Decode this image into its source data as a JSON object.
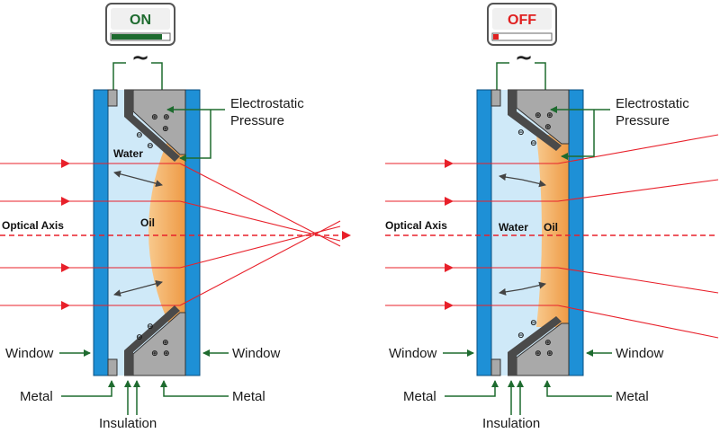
{
  "colors": {
    "window_blue": "#1e90d6",
    "water": "#cfe9f8",
    "oil": "#f2a55a",
    "metal": "#a9a9a9",
    "insulation": "#5a5a5a",
    "ray": "#e8202a",
    "label_arrow": "#1e6b2f",
    "on_green": "#1e6b2f",
    "off_red": "#e02020"
  },
  "panels": [
    {
      "id": "on",
      "switch_label": "ON",
      "tilde": "~",
      "electrostatic_pressure": [
        "Electrostatic",
        "Pressure"
      ],
      "water_label": "Water",
      "oil_label": "Oil",
      "optical_axis": "Optical Axis",
      "window_left": "Window",
      "window_right": "Window",
      "metal_left": "Metal",
      "metal_right": "Metal",
      "insulation": "Insulation"
    },
    {
      "id": "off",
      "switch_label": "OFF",
      "tilde": "~",
      "electrostatic_pressure": [
        "Electrostatic",
        "Pressure"
      ],
      "water_label": "Water",
      "oil_label": "Oil",
      "optical_axis": "Optical Axis",
      "window_left": "Window",
      "window_right": "Window",
      "metal_left": "Metal",
      "metal_right": "Metal",
      "insulation": "Insulation"
    }
  ],
  "charge_symbols": {
    "plus": "⊕",
    "minus": "⊖"
  }
}
